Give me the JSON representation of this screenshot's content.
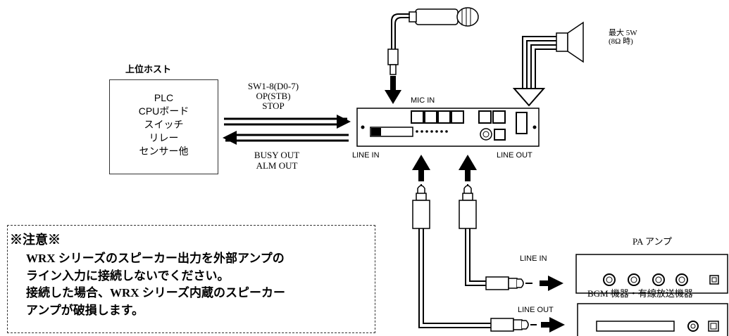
{
  "host": {
    "title": "上位ホスト",
    "items": [
      "PLC",
      "CPUボード",
      "スイッチ",
      "リレー",
      "センサー他"
    ]
  },
  "signals": {
    "input": [
      "SW1-8(D0-7)",
      "OP(STB)",
      "STOP"
    ],
    "output": [
      "BUSY OUT",
      "ALM OUT"
    ]
  },
  "device": {
    "mic_in": "MIC IN",
    "line_in": "LINE IN",
    "line_out": "LINE OUT"
  },
  "speaker": {
    "max_power": "最大 5W",
    "impedance": "(8Ω 時)"
  },
  "pa_amp": {
    "title": "PA アンプ",
    "port": "LINE IN"
  },
  "bgm": {
    "title": "BGM 機器・有線放送機器",
    "port": "LINE OUT"
  },
  "note": {
    "title": "※注意※",
    "lines": [
      "WRX シリーズのスピーカー出力を外部アンプの",
      "ライン入力に接続しないでください。",
      "接続した場合、WRX シリーズ内蔵のスピーカー",
      "アンプが破損します。"
    ]
  }
}
